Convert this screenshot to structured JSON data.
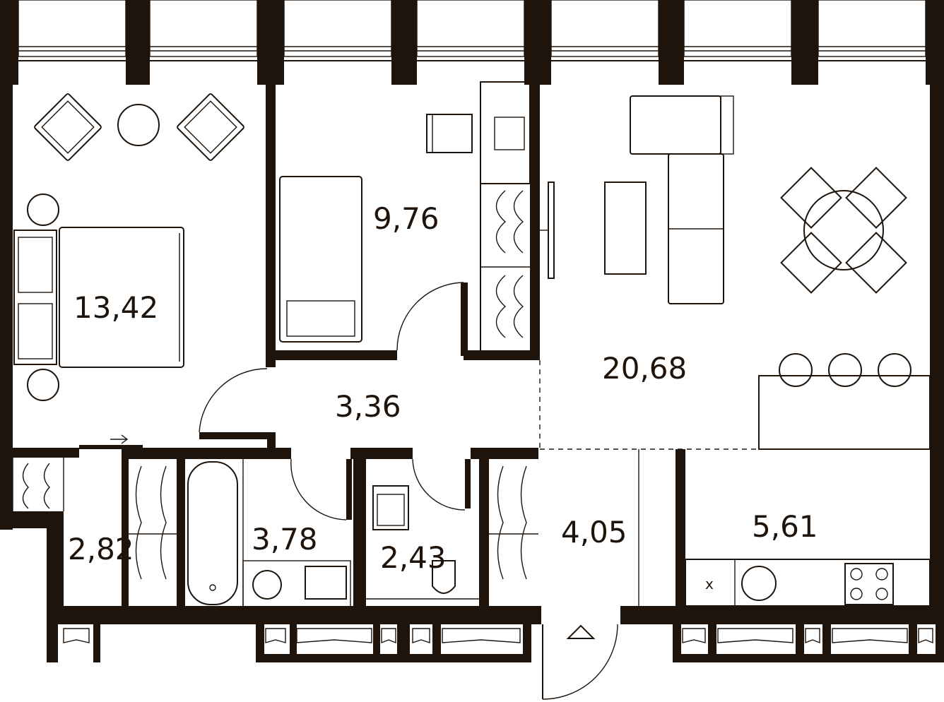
{
  "plan": {
    "colors": {
      "ink": "#1e140c",
      "background": "#ffffff"
    },
    "rooms": [
      {
        "id": "bedroom",
        "area": "13,42"
      },
      {
        "id": "kids-room",
        "area": "9,76"
      },
      {
        "id": "hall",
        "area": "3,36"
      },
      {
        "id": "living-kitchen",
        "area": "20,68"
      },
      {
        "id": "wardrobe",
        "area": "2,82"
      },
      {
        "id": "bathroom",
        "area": "3,78"
      },
      {
        "id": "toilet",
        "area": "2,43"
      },
      {
        "id": "entrance-hall",
        "area": "4,05"
      },
      {
        "id": "kitchen",
        "area": "5,61"
      }
    ],
    "hood_mark": "x",
    "icons": [
      "entrance-arrow-icon",
      "door-arrow-icon"
    ]
  }
}
